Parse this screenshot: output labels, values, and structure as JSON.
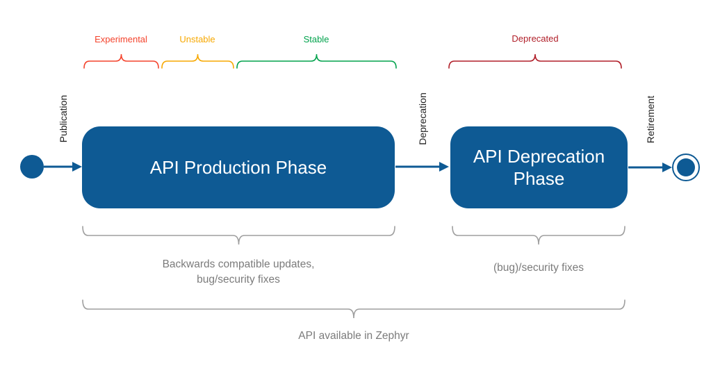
{
  "colors": {
    "experimental": "#f4432c",
    "unstable": "#f7a800",
    "stable": "#00a24c",
    "deprecated": "#b01e28",
    "state_fill": "#0e5a94",
    "arrow": "#0e5a94",
    "brace_gray": "#9e9e9e",
    "annotation_text": "#7b7b7b"
  },
  "phase_labels": {
    "experimental": "Experimental",
    "unstable": "Unstable",
    "stable": "Stable",
    "deprecated": "Deprecated"
  },
  "transitions": {
    "publication": "Publication",
    "deprecation": "Deprecation",
    "retirement": "Retirement"
  },
  "states": {
    "production": "API Production Phase",
    "deprecation": "API Deprecation Phase"
  },
  "annotations": {
    "production": "Backwards compatible updates,\nbug/security fixes",
    "deprecation": "(bug)/security fixes",
    "overall": "API available in Zephyr"
  }
}
